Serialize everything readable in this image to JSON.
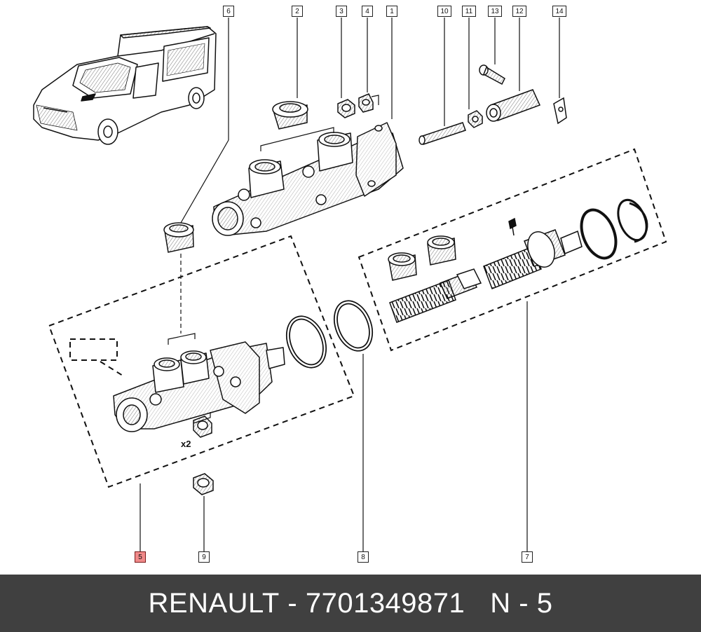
{
  "callouts": {
    "c1": "1",
    "c2": "2",
    "c3": "3",
    "c4": "4",
    "c5": "5",
    "c6": "6",
    "c7": "7",
    "c8": "8",
    "c9": "9",
    "c10": "10",
    "c11": "11",
    "c12": "12",
    "c13": "13",
    "c14": "14"
  },
  "quantity_label": "x2",
  "footer": {
    "brand": "RENAULT",
    "separator": "-",
    "part_number": "7701349871",
    "position": "N - 5"
  },
  "colors": {
    "highlight": "#f08a8a",
    "footer_bg": "#404040"
  }
}
